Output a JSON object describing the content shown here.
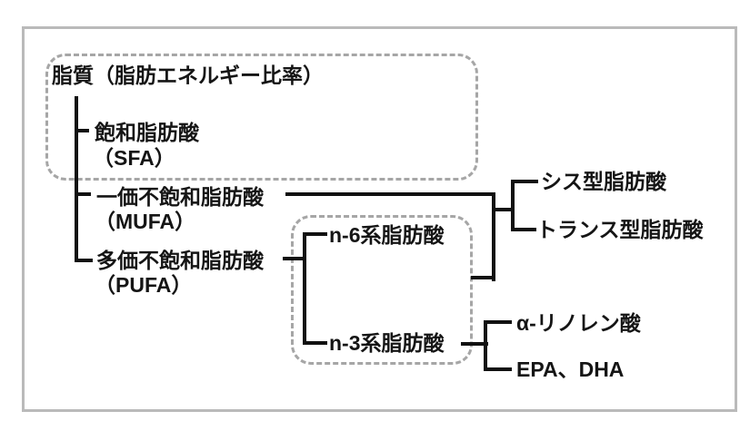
{
  "diagram": {
    "root_label": "脂質（脂肪エネルギー比率）",
    "nodes": {
      "sfa": {
        "label": "飽和脂肪酸",
        "abbr": "（SFA）"
      },
      "mufa": {
        "label": "一価不飽和脂肪酸",
        "abbr": "（MUFA）"
      },
      "pufa": {
        "label": "多価不飽和脂肪酸",
        "abbr": "（PUFA）"
      },
      "n6": {
        "label": "n-6系脂肪酸"
      },
      "n3": {
        "label": "n-3系脂肪酸"
      },
      "cis": {
        "label": "シス型脂肪酸"
      },
      "trans": {
        "label": "トランス型脂肪酸"
      },
      "alpha_linolenic": {
        "label": "α-リノレン酸"
      },
      "epa_dha": {
        "label": "EPA、DHA"
      }
    },
    "colors": {
      "line": "#111111",
      "text": "#151515",
      "dashed_box_border": "#a6a6a6",
      "outer_border": "#bababa",
      "background": "#ffffff"
    }
  }
}
